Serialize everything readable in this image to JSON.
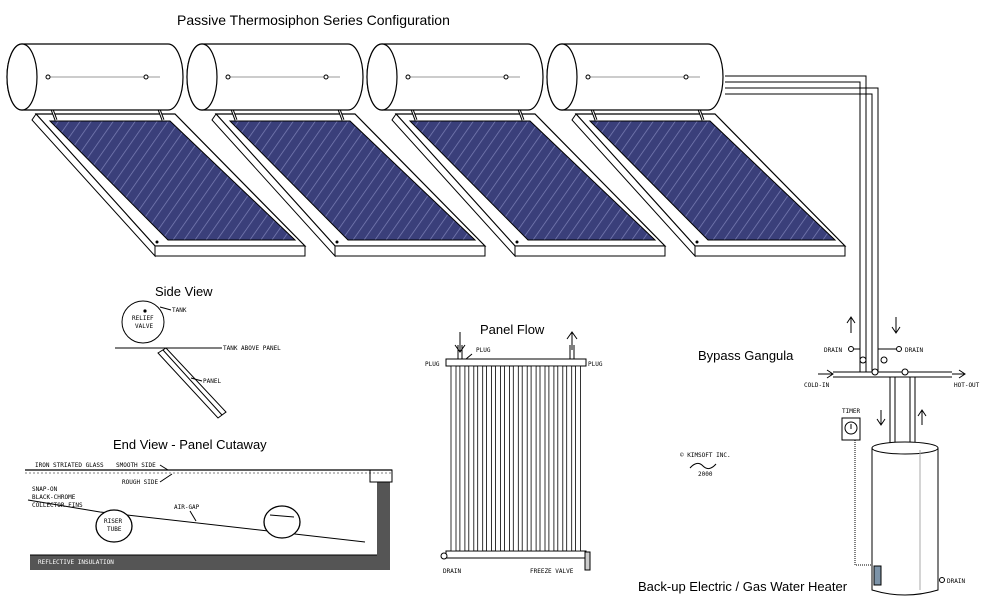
{
  "title": "Passive Thermosiphon Series Configuration",
  "side_view": {
    "heading": "Side View",
    "tank": "TANK",
    "relief_valve_1": "RELIEF",
    "relief_valve_2": "VALVE",
    "tank_above_panel": "TANK ABOVE PANEL",
    "panel": "PANEL"
  },
  "end_view": {
    "heading": "End View - Panel Cutaway",
    "iron_glass": "IRON STRIATED GLASS",
    "smooth_side": "SMOOTH SIDE",
    "rough_side": "ROUGH SIDE",
    "fins_1": "SNAP-ON",
    "fins_2": "BLACK-CHROME",
    "fins_3": "COLLECTOR FINS",
    "riser_1": "RISER",
    "riser_2": "TUBE",
    "air_gap": "AIR-GAP",
    "insulation": "REFLECTIVE INSULATION"
  },
  "panel_flow": {
    "heading": "Panel Flow",
    "plug_top": "PLUG",
    "plug_left": "PLUG",
    "plug_right": "PLUG",
    "drain": "DRAIN",
    "freeze_valve": "FREEZE VALVE"
  },
  "bypass": {
    "heading": "Bypass Gangula",
    "drain_left": "DRAIN",
    "drain_right": "DRAIN",
    "cold_in": "COLD-IN",
    "hot_out": "HOT-OUT",
    "timer": "TIMER"
  },
  "heater": {
    "heading": "Back-up Electric / Gas Water Heater",
    "drain": "DRAIN"
  },
  "credit": {
    "line1": "© KIMSOFT INC.",
    "line2": "2000"
  },
  "colors": {
    "absorber": "#3a3f7a",
    "fin_line": "#6f73a8",
    "insulation": "#555555",
    "element": "#7c93a8"
  }
}
